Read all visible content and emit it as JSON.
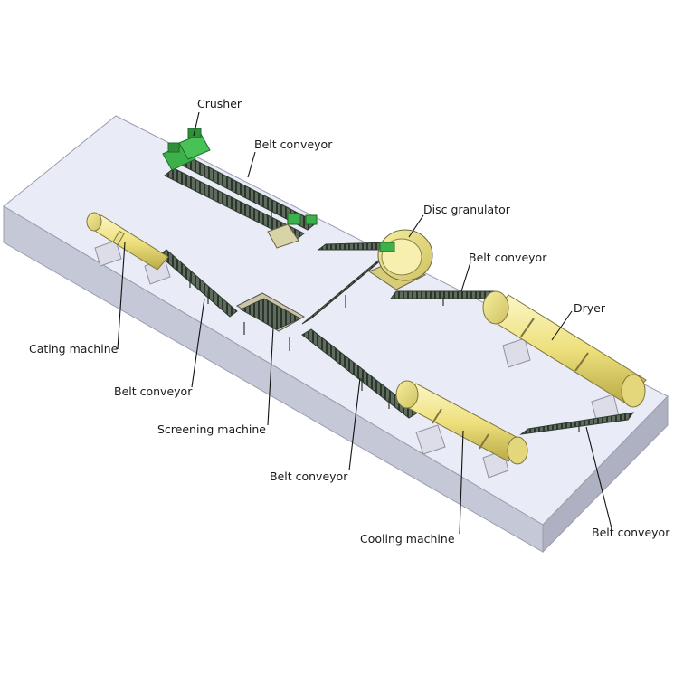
{
  "labels": {
    "crusher": "Crusher",
    "belt_top": "Belt conveyor",
    "disc_granulator": "Disc granulator",
    "belt_granulator": "Belt conveyor",
    "dryer": "Dryer",
    "coating": "Cating machine",
    "belt_left": "Belt conveyor",
    "screening": "Screening machine",
    "belt_middle": "Belt conveyor",
    "cooling": "Cooling machine",
    "belt_right": "Belt conveyor"
  },
  "colors": {
    "platform_top": "#e9ebf6",
    "platform_front": "#c5c8d6",
    "platform_side": "#aeb1c2",
    "machine_yellow": "#f0e68c",
    "machine_yellow_dark": "#c9bd5a",
    "machine_green": "#3cb04a",
    "belt_dark": "#3d4a3d",
    "pier": "#dcdde6"
  }
}
